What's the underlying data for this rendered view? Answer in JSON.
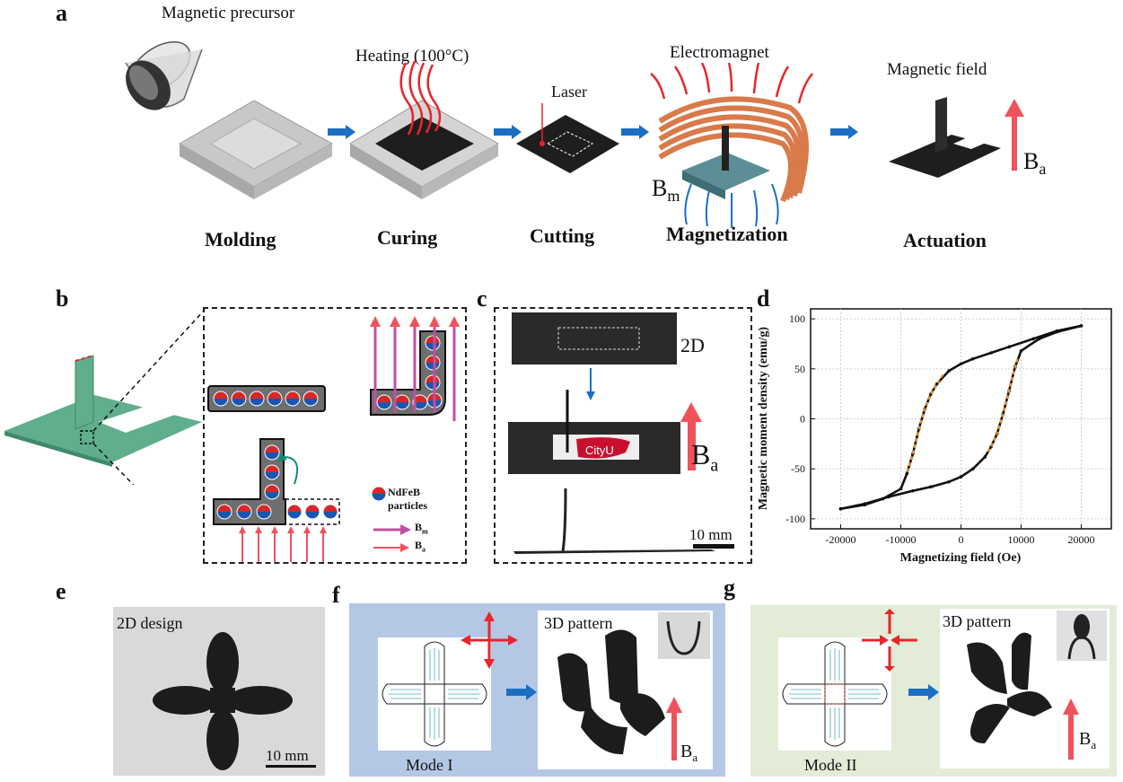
{
  "panel_a": {
    "label": "a",
    "captions": {
      "precursor": "Magnetic precursor",
      "heating": "Heating (100°C)",
      "laser": "Laser",
      "electromagnet": "Electromagnet",
      "magnetic_field": "Magnetic field",
      "bm": "B",
      "bm_sub": "m",
      "ba": "B",
      "ba_sub": "a"
    },
    "steps": [
      "Molding",
      "Curing",
      "Cutting",
      "Magnetization",
      "Actuation"
    ]
  },
  "panel_b": {
    "label": "b",
    "legend_particles_1": "NdFeB",
    "legend_particles_2": "particles",
    "legend_bm": "B",
    "legend_bm_sub": "m",
    "legend_ba": "B",
    "legend_ba_sub": "a"
  },
  "panel_c": {
    "label": "c",
    "tag_2d": "2D",
    "logo_text": "CityU",
    "ba": "B",
    "ba_sub": "a",
    "scale": "10 mm"
  },
  "panel_d": {
    "label": "d"
  },
  "chart_data": {
    "type": "line",
    "title": "",
    "xlabel": "Magnetizing field (Oe)",
    "ylabel": "Magnetic moment density (emu/g)",
    "xlim": [
      -25000,
      25000
    ],
    "ylim": [
      -110,
      110
    ],
    "xticks": [
      -20000,
      -10000,
      0,
      10000,
      20000
    ],
    "yticks": [
      -100,
      -50,
      0,
      50,
      100
    ],
    "grid": true,
    "series": [
      {
        "branch": "descending",
        "color": "#111111",
        "x": [
          20000,
          16000,
          12000,
          8000,
          5000,
          2000,
          0,
          -2000,
          -4000,
          -5000,
          -6000,
          -7000,
          -8000,
          -9000,
          -10000,
          -13000,
          -16000,
          -20000
        ],
        "y": [
          93,
          88,
          80,
          72,
          66,
          60,
          55,
          48,
          35,
          25,
          10,
          -10,
          -35,
          -55,
          -70,
          -80,
          -86,
          -90
        ]
      },
      {
        "branch": "ascending",
        "color": "#111111",
        "x": [
          -20000,
          -16000,
          -12000,
          -8000,
          -5000,
          -2000,
          0,
          2000,
          4000,
          5000,
          6000,
          7000,
          8000,
          9000,
          10000,
          13000,
          16000,
          20000
        ],
        "y": [
          -90,
          -85,
          -78,
          -72,
          -68,
          -63,
          -58,
          -50,
          -38,
          -28,
          -15,
          5,
          28,
          52,
          68,
          80,
          87,
          93
        ]
      },
      {
        "branch": "fit-left",
        "color": "#f0922e",
        "x": [
          -3000,
          -4000,
          -5000,
          -6000,
          -7000,
          -8000,
          -9000
        ],
        "y": [
          44,
          35,
          25,
          10,
          -10,
          -35,
          -55
        ]
      },
      {
        "branch": "fit-right",
        "color": "#f0922e",
        "x": [
          4500,
          5000,
          6000,
          7000,
          8000,
          9000,
          9500
        ],
        "y": [
          -33,
          -28,
          -15,
          5,
          28,
          52,
          62
        ]
      }
    ]
  },
  "panel_e": {
    "label": "e",
    "caption": "2D design",
    "scale": "10 mm"
  },
  "panel_f": {
    "label": "f",
    "mode": "Mode I",
    "pattern": "3D pattern",
    "ba": "B",
    "ba_sub": "a"
  },
  "panel_g": {
    "label": "g",
    "mode": "Mode II",
    "pattern": "3D pattern",
    "ba": "B",
    "ba_sub": "a"
  },
  "colors": {
    "arrow_blue": "#1a6fc4",
    "arrow_red": "#f0525a",
    "copper": "#d97a4a",
    "sheet_green": "#5fae8c",
    "panel_f_bg": "#b4c8e6",
    "panel_g_bg": "#e2ecd6"
  }
}
